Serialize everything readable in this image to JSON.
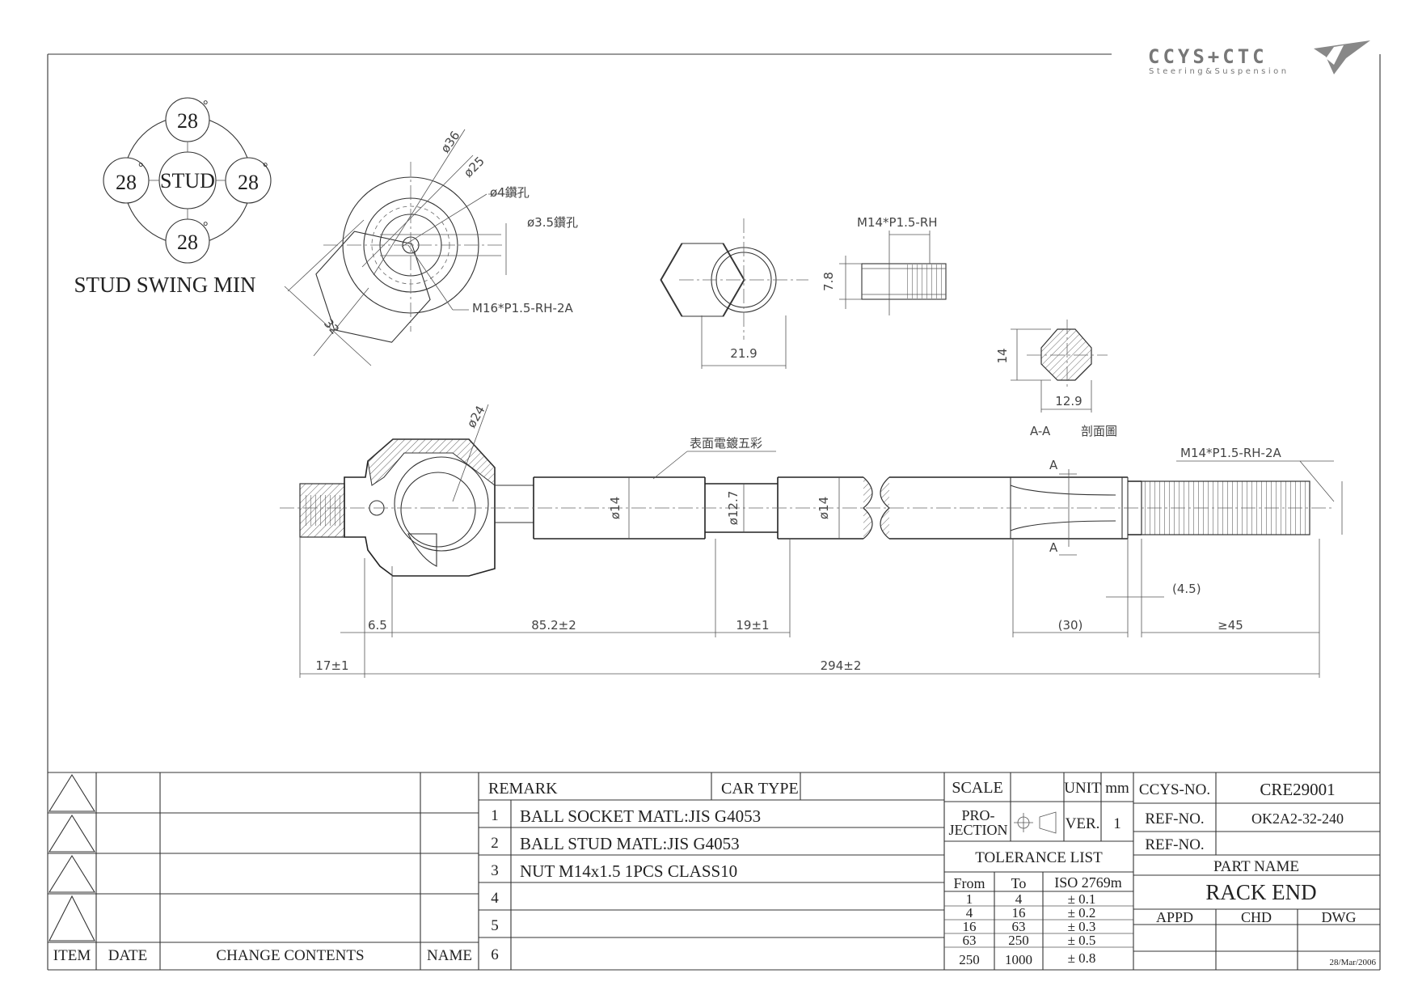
{
  "logo": {
    "brand": "CCYS+CTC",
    "tagline": "Steering&Suspension"
  },
  "stud_swing": {
    "title": "STUD SWING MIN",
    "center": "STUD",
    "angles": [
      "28",
      "28",
      "28",
      "28"
    ],
    "degree": "°"
  },
  "dimensions": {
    "d36": "ø36",
    "d25": "ø25",
    "hole4": "ø4鑽孔",
    "hole35": "ø3.5鑽孔",
    "thread16": "M16*P1.5-RH-2A",
    "d32": "32",
    "nut_width": "21.9",
    "nut_thread": "M14*P1.5-RH",
    "nut_thick": "7.8",
    "sec_h": "14",
    "sec_w": "12.9",
    "section_label": "A-A",
    "section_note": "剖面圖",
    "d24": "ø24",
    "finish": "表面電鍍五彩",
    "thread14": "M14*P1.5-RH-2A",
    "dia14a": "ø14",
    "dia127": "ø12.7",
    "dia14b": "ø14",
    "cut_a_top": "A",
    "cut_a_bot": "A",
    "d45": "(4.5)",
    "d65": "6.5",
    "d852": "85.2±2",
    "d19": "19±1",
    "d30": "(30)",
    "d_ge45": "≥45",
    "d17": "17±1",
    "d294": "294±2"
  },
  "title_block": {
    "revision_header": {
      "item": "ITEM",
      "date": "DATE",
      "change": "CHANGE CONTENTS",
      "name": "NAME"
    },
    "remark_label": "REMARK",
    "car_type_label": "CAR TYPE",
    "remarks": [
      {
        "no": "1",
        "text": "BALL SOCKET MATL:JIS G4053"
      },
      {
        "no": "2",
        "text": "BALL STUD MATL:JIS G4053"
      },
      {
        "no": "3",
        "text": "NUT M14x1.5 1PCS CLASS10"
      },
      {
        "no": "4",
        "text": ""
      },
      {
        "no": "5",
        "text": ""
      },
      {
        "no": "6",
        "text": ""
      }
    ],
    "scale_label": "SCALE",
    "unit_label": "UNIT",
    "unit_value": "mm",
    "projection_label_1": "PRO-",
    "projection_label_2": "JECTION",
    "ver_label": "VER.",
    "ver_value": "1",
    "tolerance_title": "TOLERANCE LIST",
    "tolerance_header": {
      "from": "From",
      "to": "To",
      "std": "ISO 2769m"
    },
    "tolerance_rows": [
      {
        "from": "1",
        "to": "4",
        "tol": "± 0.1"
      },
      {
        "from": "4",
        "to": "16",
        "tol": "± 0.2"
      },
      {
        "from": "16",
        "to": "63",
        "tol": "± 0.3"
      },
      {
        "from": "63",
        "to": "250",
        "tol": "± 0.5"
      },
      {
        "from": "250",
        "to": "1000",
        "tol": "± 0.8"
      }
    ],
    "ccys_no_label": "CCYS-NO.",
    "ccys_no": "CRE29001",
    "ref_no_label": "REF-NO.",
    "ref_no": "OK2A2-32-240",
    "ref_no2_label": "REF-NO.",
    "ref_no2": "",
    "part_name_label": "PART NAME",
    "part_name": "RACK END",
    "appd": "APPD",
    "chd": "CHD",
    "dwg": "DWG",
    "date": "28/Mar/2006"
  }
}
